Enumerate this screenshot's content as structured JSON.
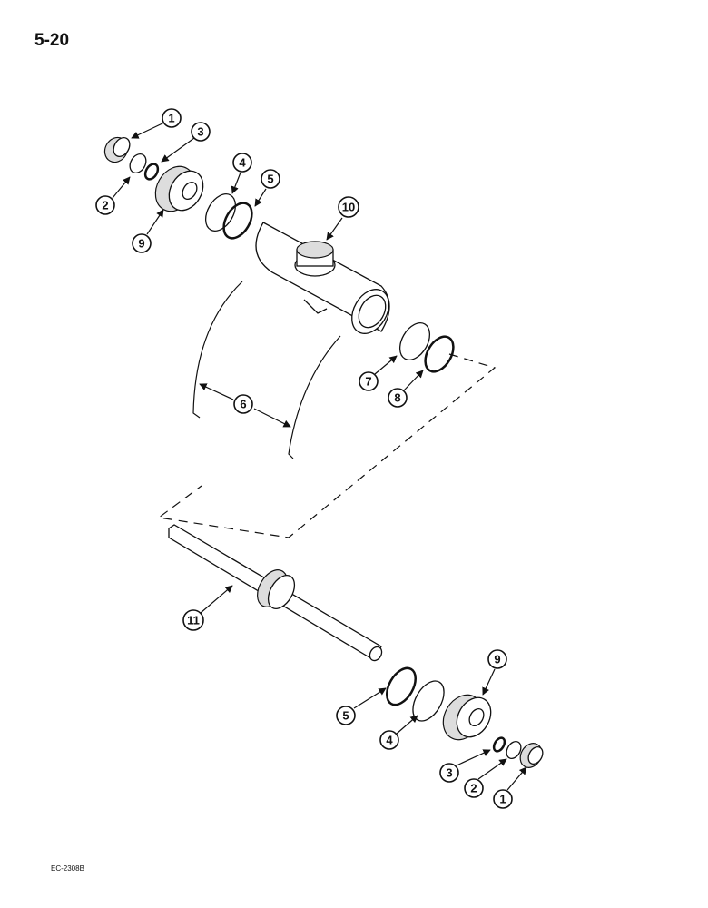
{
  "page_number": "5-20",
  "figure_code": "EC-2308B",
  "callouts_upper": [
    "1",
    "3",
    "2",
    "4",
    "5",
    "9",
    "10",
    "7",
    "8",
    "6"
  ],
  "callouts_lower": [
    "11",
    "9",
    "5",
    "4",
    "3",
    "2",
    "1"
  ]
}
